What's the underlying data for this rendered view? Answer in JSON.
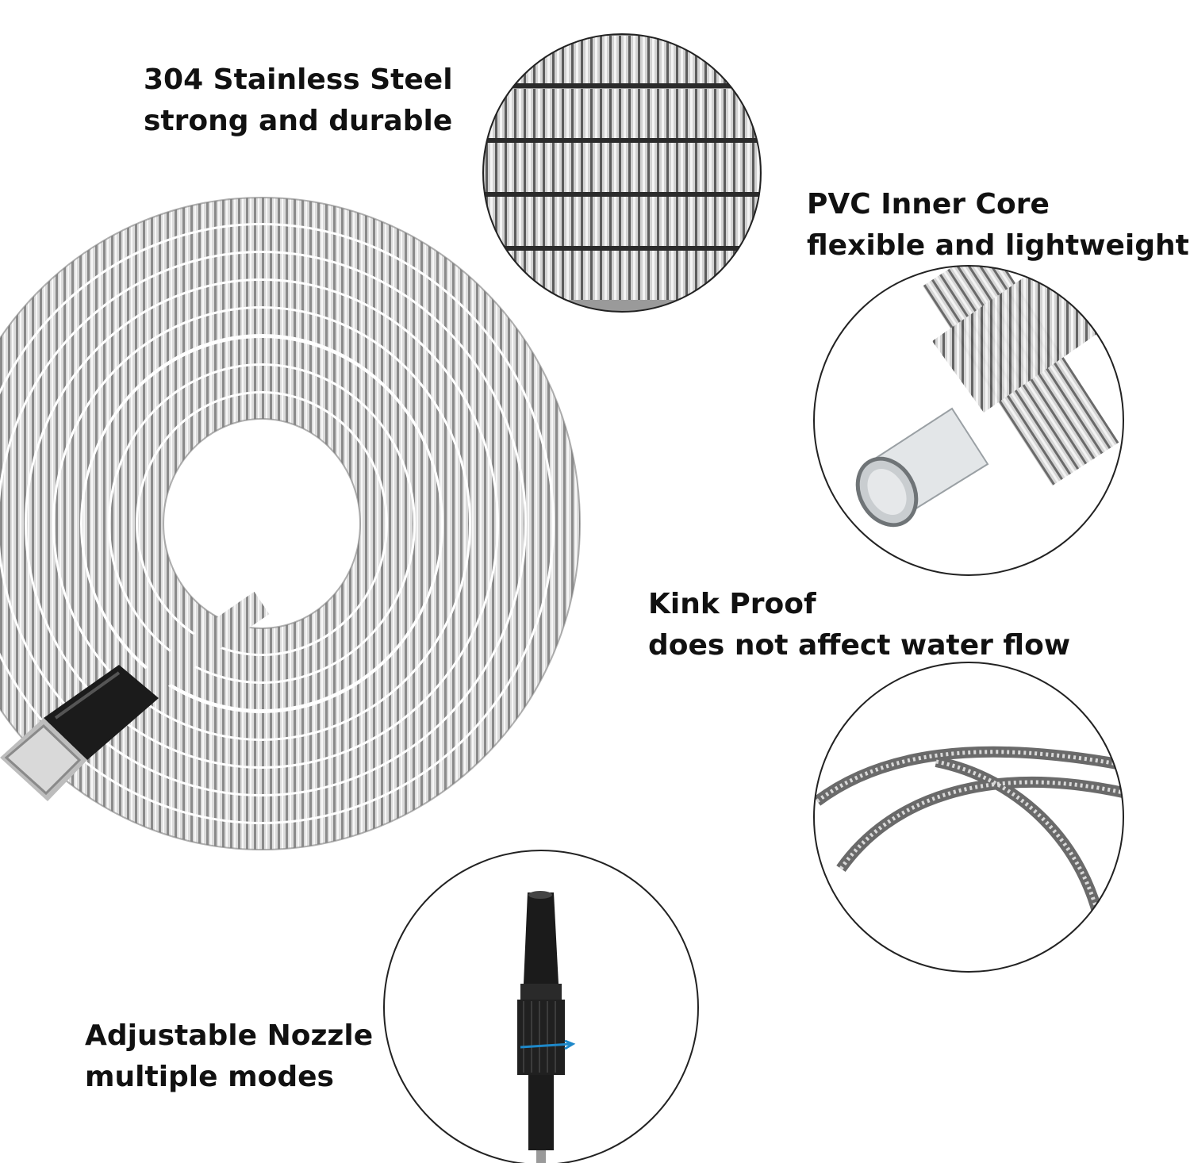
{
  "captions": {
    "steel": {
      "title": "304 Stainless Steel",
      "subtitle": "strong and durable"
    },
    "pvc": {
      "title": "PVC Inner Core",
      "subtitle": "flexible and lightweight"
    },
    "kink": {
      "title": "Kink Proof",
      "subtitle": "does not affect water flow"
    },
    "nozzle": {
      "title": "Adjustable Nozzle",
      "subtitle": "multiple modes"
    }
  },
  "colors": {
    "background": "#ffffff",
    "text": "#111111",
    "steel_light": "#e4e4e4",
    "steel_dark": "#6e6e6e",
    "connector_black": "#1b1b1b",
    "nozzle_accent": "#1e88c9"
  },
  "images": [
    {
      "name": "coiled-hose-photo"
    },
    {
      "name": "steel-closeup-circle"
    },
    {
      "name": "pvc-core-circle"
    },
    {
      "name": "kink-proof-circle"
    },
    {
      "name": "nozzle-circle"
    }
  ]
}
